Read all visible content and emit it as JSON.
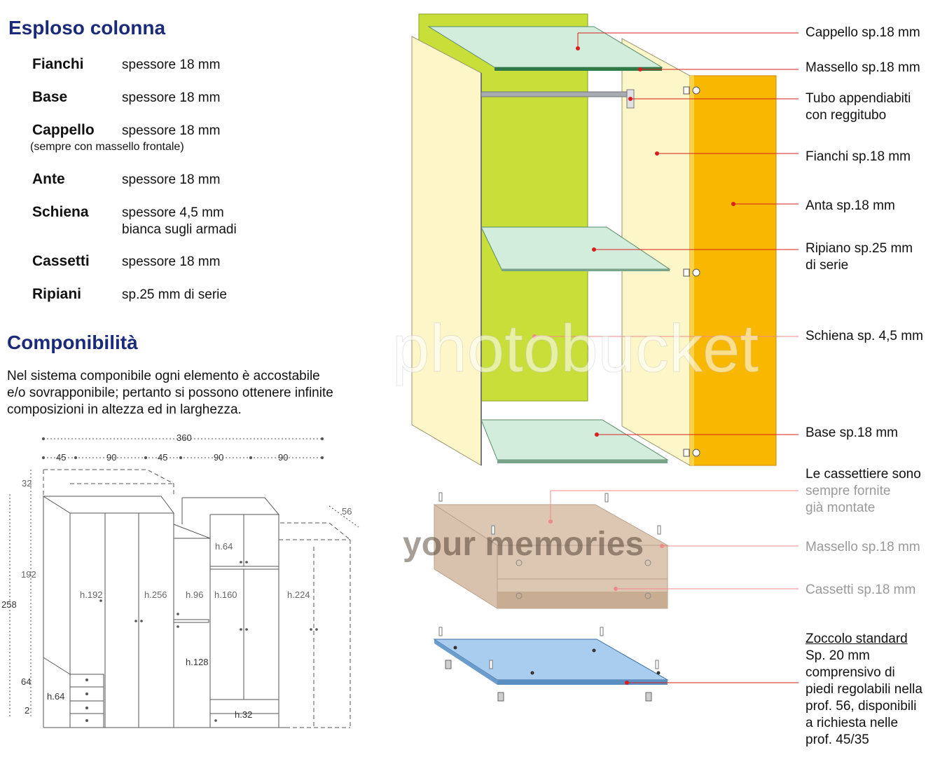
{
  "explode": {
    "title": "Esploso colonna",
    "specs": [
      {
        "name": "Fianchi",
        "value": "spessore 18 mm"
      },
      {
        "name": "Base",
        "value": "spessore 18 mm"
      },
      {
        "name": "Cappello",
        "value": "spessore 18 mm",
        "note": "(sempre con massello frontale)"
      },
      {
        "name": "Ante",
        "value": "spessore 18 mm"
      },
      {
        "name": "Schiena",
        "value": "spessore 4,5 mm",
        "value2": "bianca sugli armadi"
      },
      {
        "name": "Cassetti",
        "value": "spessore 18 mm"
      },
      {
        "name": "Ripiani",
        "value": "sp.25 mm di serie"
      }
    ]
  },
  "compon": {
    "title": "Componibilità",
    "lines": [
      "Nel sistema componibile ogni elemento è accostabile",
      "e/o sovrapponibile; pertanto si possono ottenere infinite",
      "composizioni in altezza ed in larghezza."
    ]
  },
  "dims": {
    "total_width": "360",
    "widths": [
      "45",
      "90",
      "45",
      "90",
      "90"
    ],
    "top_32": "32",
    "depth_56": "56",
    "h192": "192",
    "h258": "258",
    "h64": "64",
    "h2": "2",
    "inner": {
      "h192": "h.192",
      "h256": "h.256",
      "h96": "h.96",
      "h160": "h.160",
      "h224": "h.224",
      "h64a": "h.64",
      "h64b": "h.64",
      "h128": "h.128",
      "h32": "h.32"
    }
  },
  "labels": {
    "cappello": "Cappello sp.18 mm",
    "massello1": "Massello sp.18 mm",
    "tubo1": "Tubo appendiabiti",
    "tubo2": "con reggitubo",
    "fianchi": "Fianchi sp.18 mm",
    "anta": "Anta sp.18 mm",
    "ripiano1": "Ripiano sp.25 mm",
    "ripiano2": "di serie",
    "schiena": "Schiena sp. 4,5 mm",
    "base": "Base sp.18 mm",
    "cass1": "Le cassettiere sono",
    "cass2": "sempre fornite",
    "cass3": "già montate",
    "massello2": "Massello sp.18 mm",
    "cassetti": "Cassetti sp.18 mm",
    "zoccolo_title": "Zoccolo standard",
    "zoccolo_lines": [
      "Sp. 20 mm",
      "comprensivo di",
      "piedi regolabili nella",
      "prof. 56, disponibili",
      "a richiesta nelle",
      "prof. 45/35"
    ]
  },
  "watermark": [
    "photobucket",
    "your memories"
  ],
  "colors": {
    "back_panel": "#c8df3a",
    "side_panel": "#fcf6c8",
    "door": "#f9b800",
    "shelf": "#d2eddc",
    "drawer": "#dcc7b2",
    "plinth": "#a9cdef",
    "leader_dot": "#d81e1e",
    "title": "#1c2a7a"
  }
}
